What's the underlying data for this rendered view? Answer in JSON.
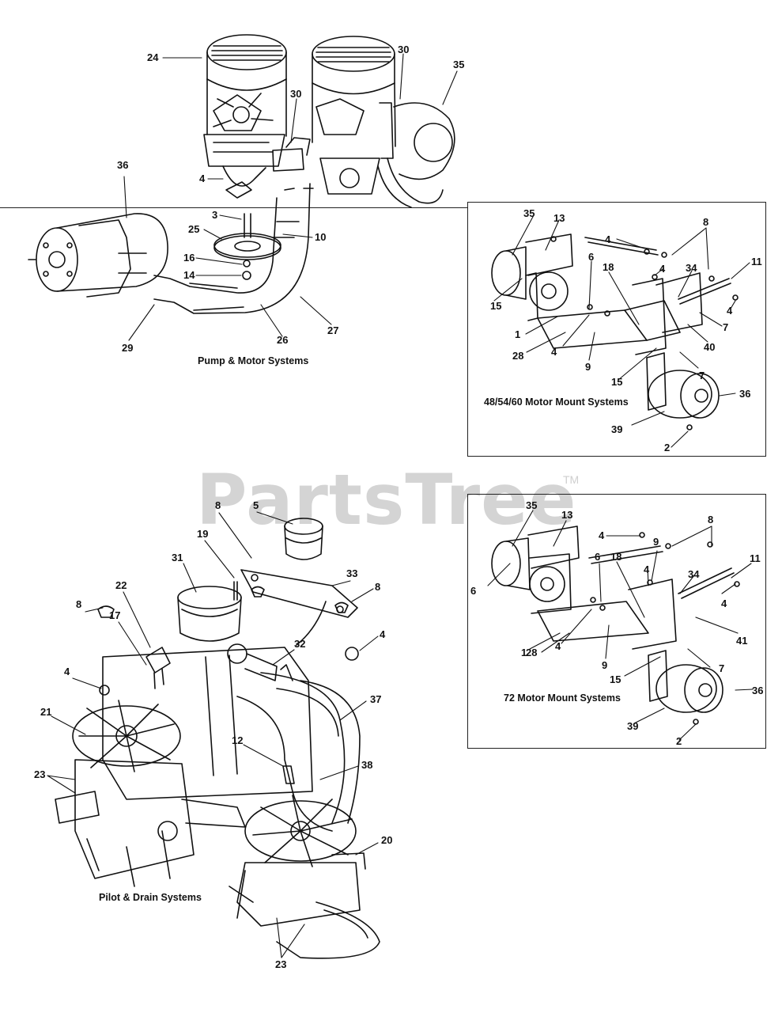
{
  "watermark": {
    "text": "PartsTree",
    "trademark": "TM"
  },
  "sections": {
    "pump_motor": {
      "caption": "Pump & Motor Systems",
      "callouts": [
        "24",
        "30",
        "35",
        "30",
        "36",
        "4",
        "3",
        "25",
        "10",
        "16",
        "14",
        "29",
        "26",
        "27"
      ]
    },
    "mount_48": {
      "caption": "48/54/60 Motor Mount Systems",
      "callouts": [
        "35",
        "13",
        "8",
        "4",
        "11",
        "6",
        "18",
        "4",
        "34",
        "15",
        "4",
        "1",
        "28",
        "4",
        "9",
        "7",
        "40",
        "15",
        "7",
        "36",
        "39",
        "2"
      ]
    },
    "pilot_drain": {
      "caption": "Pilot & Drain Systems",
      "callouts": [
        "8",
        "5",
        "19",
        "31",
        "33",
        "22",
        "8",
        "8",
        "17",
        "4",
        "32",
        "4",
        "37",
        "21",
        "12",
        "23",
        "38",
        "20",
        "23"
      ]
    },
    "mount_72": {
      "caption": "72 Motor Mount Systems",
      "callouts": [
        "35",
        "13",
        "4",
        "8",
        "6",
        "18",
        "9",
        "11",
        "4",
        "34",
        "6",
        "4",
        "1",
        "41",
        "28",
        "4",
        "9",
        "7",
        "15",
        "36",
        "39",
        "2"
      ]
    }
  },
  "colors": {
    "ink": "#111111",
    "watermark": "#d4d4d4"
  }
}
